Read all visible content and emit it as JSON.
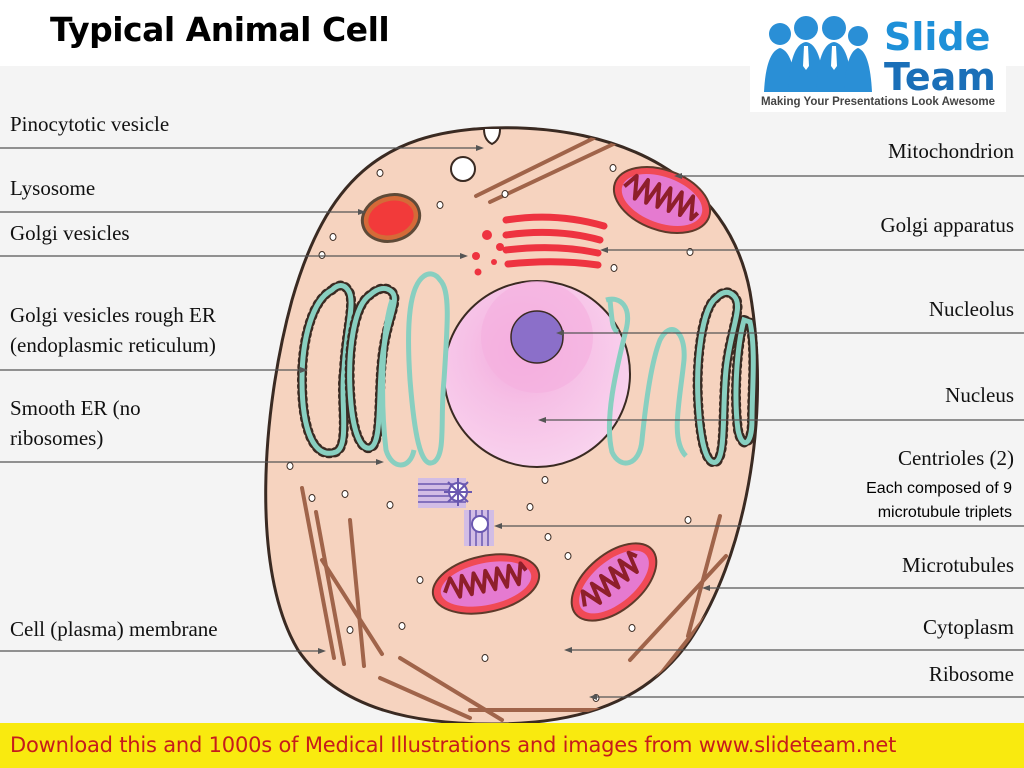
{
  "header": {
    "title": "Typical Animal Cell"
  },
  "logo": {
    "word1": "Slide",
    "word2": "Team",
    "tagline": "Making Your Presentations Look Awesome"
  },
  "labels_left": {
    "pinocytotic": "Pinocytotic vesicle",
    "lysosome": "Lysosome",
    "golgi_vesicles": "Golgi vesicles",
    "rough_er_1": "Golgi vesicles rough ER",
    "rough_er_2": "(endoplasmic reticulum)",
    "smooth_er_1": "Smooth ER (no",
    "smooth_er_2": "ribosomes)",
    "membrane": "Cell (plasma) membrane"
  },
  "labels_right": {
    "mitochondrion": "Mitochondrion",
    "golgi_apparatus": "Golgi apparatus",
    "nucleolus": "Nucleolus",
    "nucleus": "Nucleus",
    "centrioles": "Centrioles (2)",
    "centrioles_note_1": "Each composed of 9",
    "centrioles_note_2": "microtubule triplets",
    "microtubules": "Microtubules",
    "cytoplasm": "Cytoplasm",
    "ribosome": "Ribosome"
  },
  "footer": {
    "banner": "Download this and 1000s of Medical Illustrations and images from www.slideteam.net"
  },
  "colors": {
    "cytoplasm": "#f6d3bf",
    "membrane": "#3a2a22",
    "er": "#88cfc0",
    "nucleus": "#f7bfe6",
    "nucleolus": "#8b6fc9",
    "golgi": "#ee3340",
    "mito": "#f04a55",
    "microtubule": "#a0644a",
    "banner_bg": "#f9ea0f",
    "banner_text": "#c61c1c",
    "logo_blue": "#1e90d8"
  }
}
